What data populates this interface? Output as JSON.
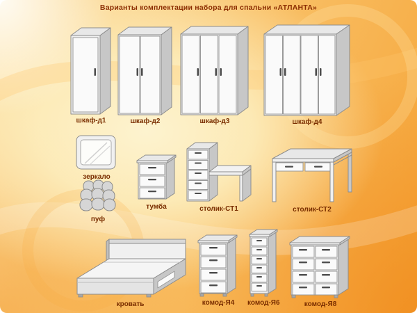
{
  "page": {
    "title": "Варианты комплектации набора для спальни «АТЛАНТА»"
  },
  "items": {
    "shkaf_d1": {
      "label": "шкаф-д1"
    },
    "shkaf_d2": {
      "label": "шкаф-д2"
    },
    "shkaf_d3": {
      "label": "шкаф-д3"
    },
    "shkaf_d4": {
      "label": "шкаф-д4"
    },
    "zerkalo": {
      "label": "зеркало"
    },
    "puf": {
      "label": "пуф"
    },
    "tumba": {
      "label": "тумба"
    },
    "stolik_st1": {
      "label": "столик-СТ1"
    },
    "stolik_st2": {
      "label": "столик-СТ2"
    },
    "krovat": {
      "label": "кровать"
    },
    "komod_ya4": {
      "label": "комод-Я4"
    },
    "komod_ya6": {
      "label": "комод-Я6"
    },
    "komod_ya8": {
      "label": "комод-Я8"
    }
  },
  "colors": {
    "title_text": "#8b2c00",
    "label_text": "#7a2e00",
    "background_light": "#fdf3cf",
    "background_orange": "#f5a233"
  }
}
